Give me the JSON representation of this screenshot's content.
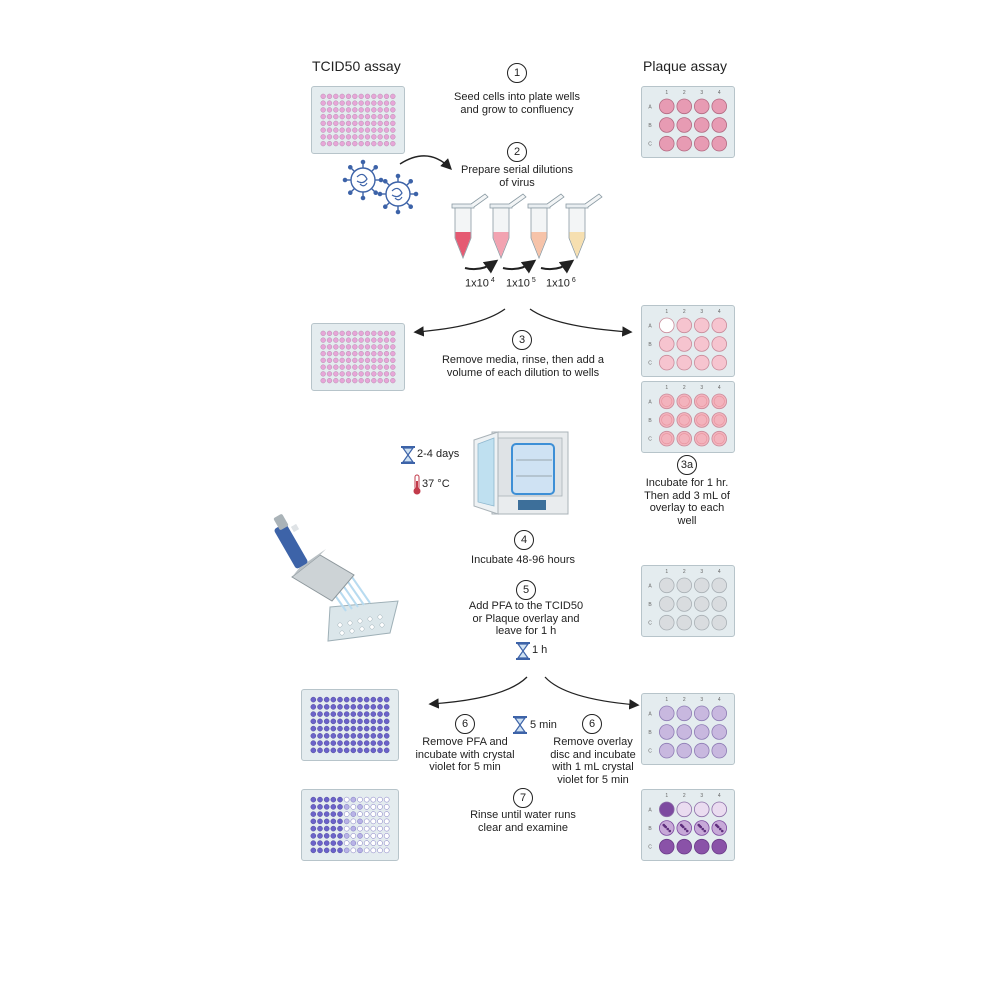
{
  "titles": {
    "left": "TCID50 assay",
    "right": "Plaque assay"
  },
  "steps": {
    "s1": {
      "num": "1",
      "text_l1": "Seed cells into plate wells",
      "text_l2": "and grow to confluency"
    },
    "s2": {
      "num": "2",
      "text_l1": "Prepare serial dilutions",
      "text_l2": "of virus"
    },
    "s3": {
      "num": "3",
      "text_l1": "Remove media, rinse, then add a",
      "text_l2": "volume of each dilution to wells"
    },
    "s3a": {
      "num": "3a",
      "text_l1": "Incubate for 1 hr.",
      "text_l2": "Then add 3 mL of",
      "text_l3": "overlay to each",
      "text_l4": "well"
    },
    "s4": {
      "num": "4",
      "text": "Incubate 48-96 hours"
    },
    "s5": {
      "num": "5",
      "text_l1": "Add  PFA to the TCID50",
      "text_l2": "or Plaque overlay and",
      "text_l3": "leave for 1 h"
    },
    "s6l": {
      "num": "6",
      "text_l1": "Remove PFA and",
      "text_l2": "incubate with  crystal",
      "text_l3": "violet for 5 min"
    },
    "s6r": {
      "num": "6",
      "text_l1": "Remove overlay",
      "text_l2": "disc and incubate",
      "text_l3": "with 1 mL crystal",
      "text_l4": "violet for 5 min"
    },
    "s7": {
      "num": "7",
      "text_l1": "Rinse until water runs",
      "text_l2": "clear and examine"
    }
  },
  "dilutions": [
    {
      "base": "1x10",
      "exp": "4"
    },
    {
      "base": "1x10",
      "exp": "5"
    },
    {
      "base": "1x10",
      "exp": "6"
    }
  ],
  "incubator": {
    "days": "2-4 days",
    "temp": "37 °C"
  },
  "timers": {
    "pfa": "1 h",
    "crystal": "5 min"
  },
  "plate12_labels": {
    "cols": [
      "1",
      "2",
      "3",
      "4"
    ],
    "rows": [
      "A",
      "B",
      "C"
    ]
  },
  "colors": {
    "pink_well": "#e79bb3",
    "light_pink_well": "#f6c4cf",
    "tcid_pink": "#e7a6d8",
    "violet": "#6b63c9",
    "light_violet": "#c8b8df",
    "grey_well": "#d9dcdf",
    "plate_bg": "#e4ecef",
    "icon_blue": "#3d63a8"
  }
}
